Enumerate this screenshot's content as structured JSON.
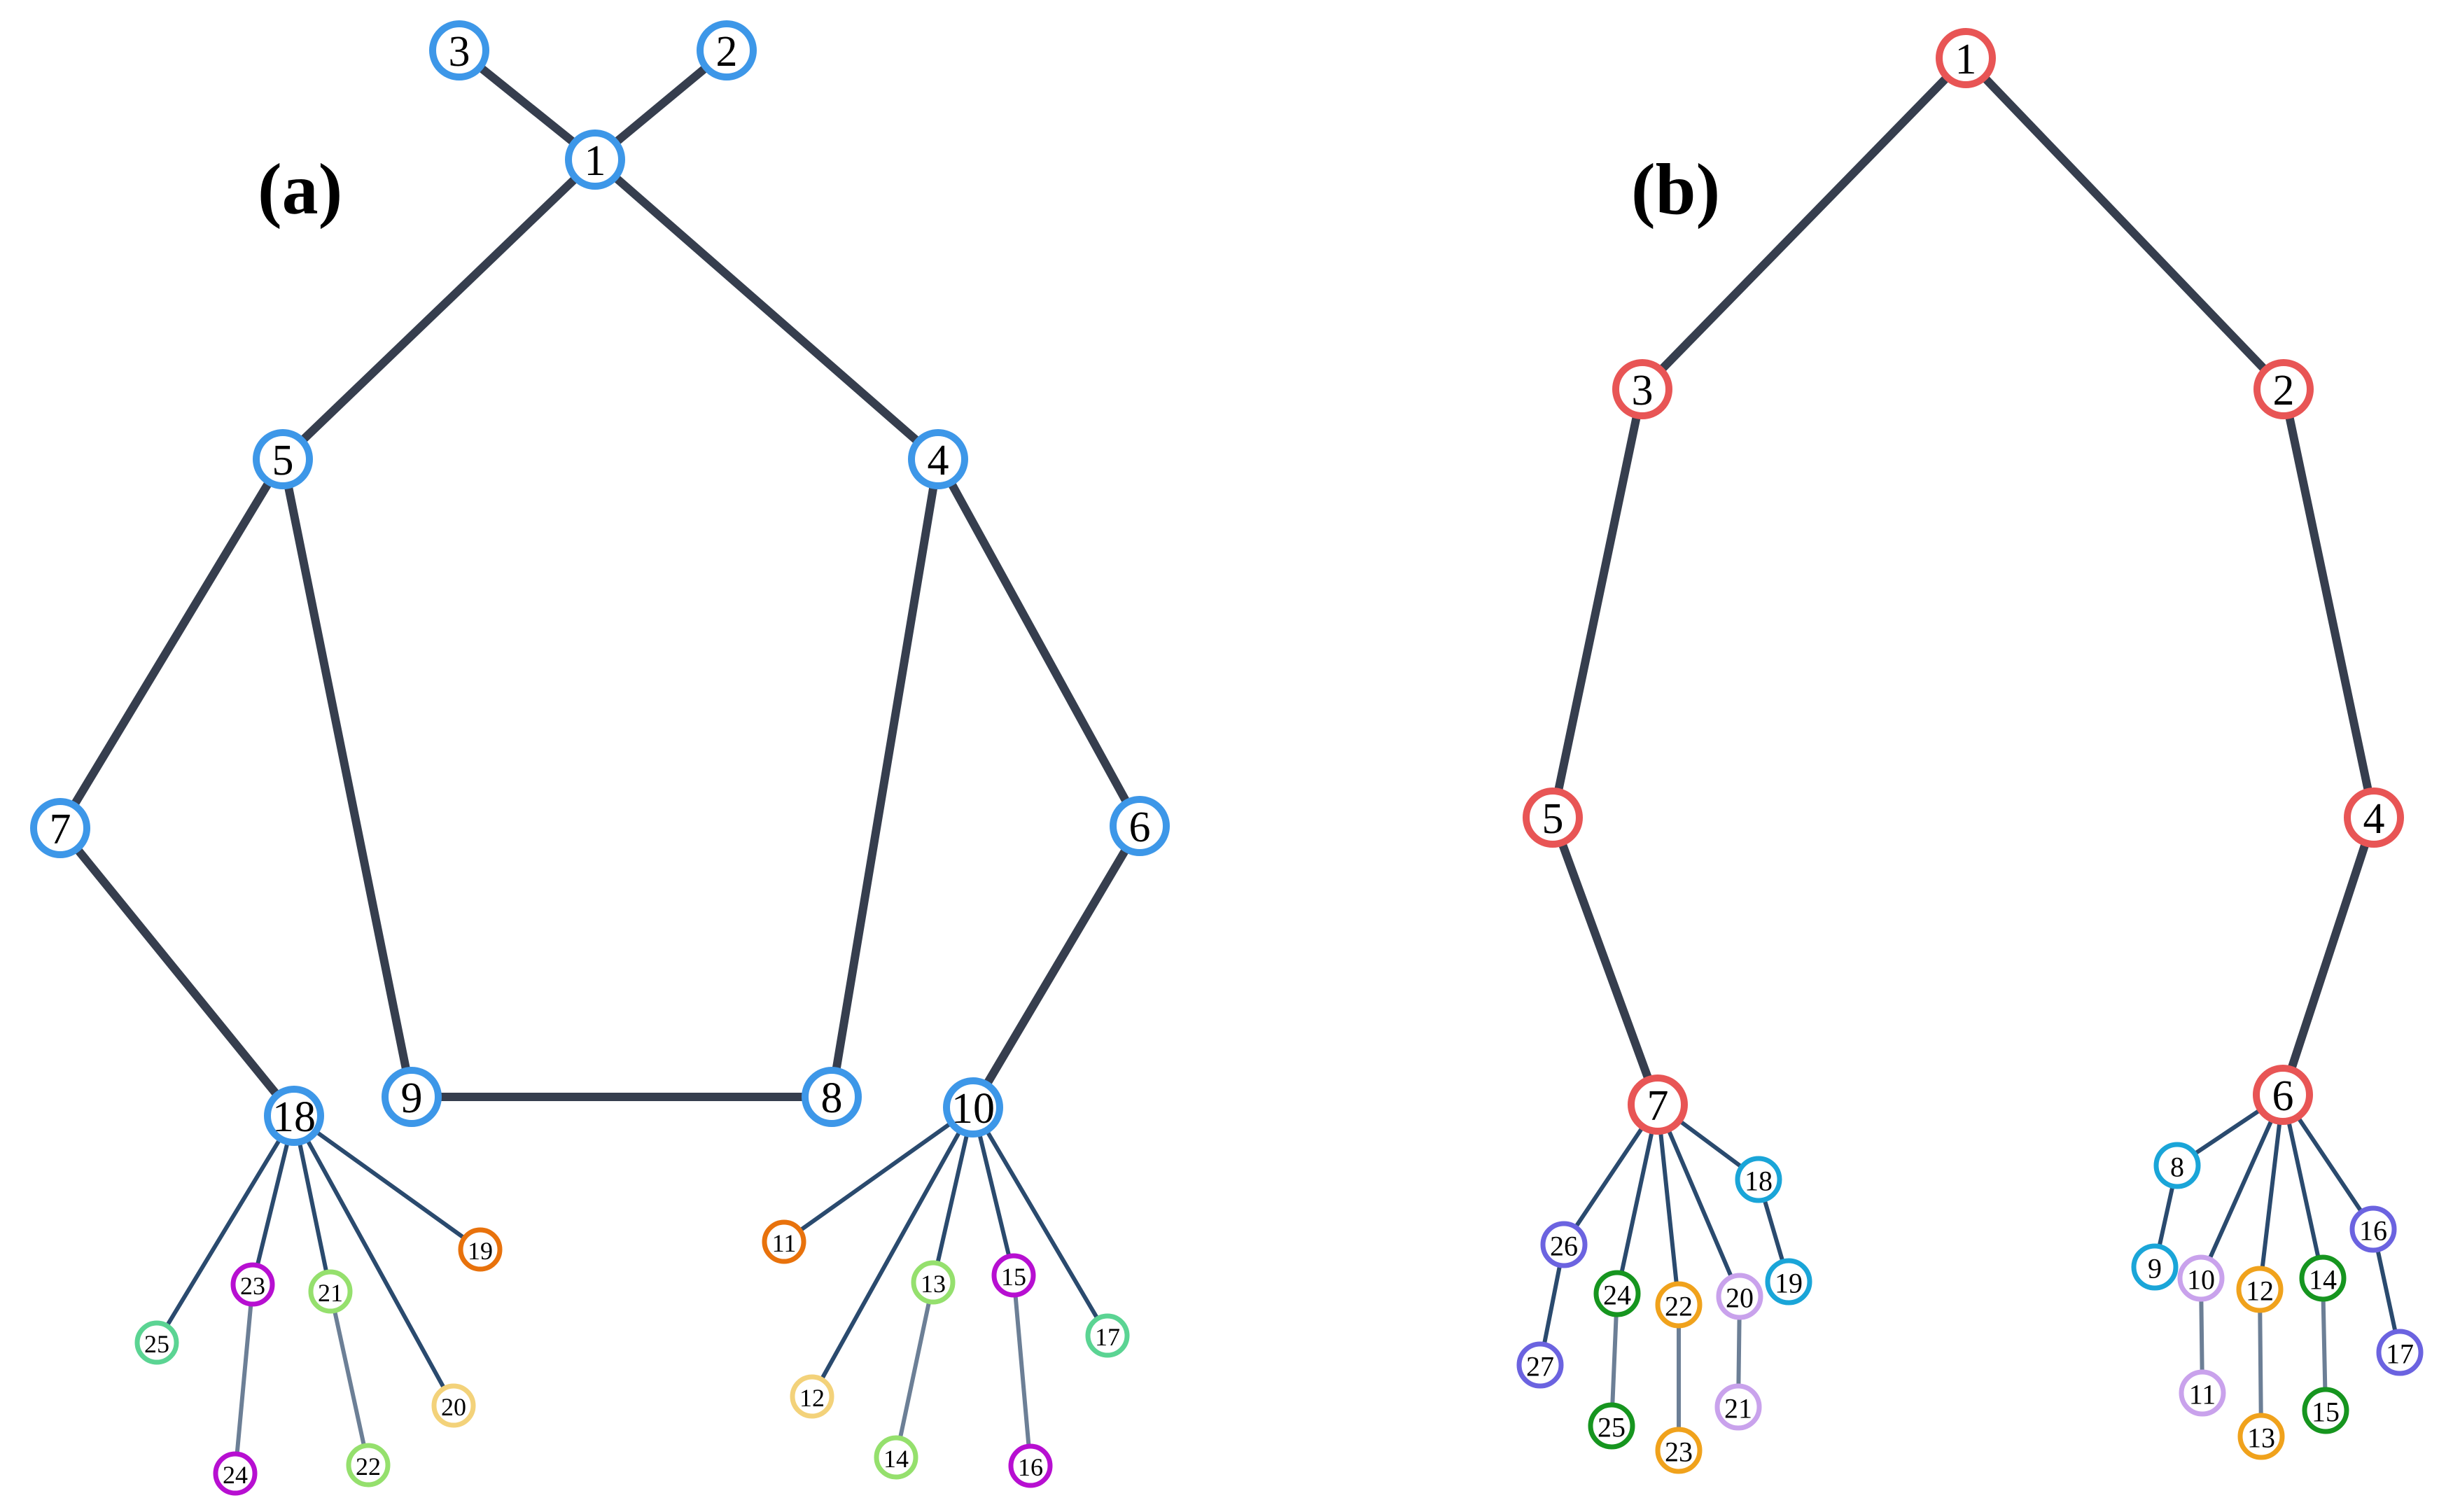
{
  "panels": {
    "a": {
      "label": "(a)",
      "edges": [
        [
          "1",
          "3"
        ],
        [
          "1",
          "2"
        ],
        [
          "1",
          "5"
        ],
        [
          "1",
          "4"
        ],
        [
          "5",
          "7"
        ],
        [
          "5",
          "9"
        ],
        [
          "4",
          "8"
        ],
        [
          "4",
          "6"
        ],
        [
          "7",
          "18"
        ],
        [
          "9",
          "8"
        ],
        [
          "6",
          "10"
        ],
        [
          "18",
          "19"
        ],
        [
          "18",
          "25"
        ],
        [
          "18",
          "23"
        ],
        [
          "18",
          "21"
        ],
        [
          "18",
          "20"
        ],
        [
          "23",
          "24"
        ],
        [
          "21",
          "22"
        ],
        [
          "10",
          "11"
        ],
        [
          "10",
          "12"
        ],
        [
          "10",
          "13"
        ],
        [
          "10",
          "15"
        ],
        [
          "10",
          "17"
        ],
        [
          "13",
          "14"
        ],
        [
          "15",
          "16"
        ]
      ],
      "nodes": [
        {
          "id": "1",
          "color": "#3d97e8"
        },
        {
          "id": "2",
          "color": "#3d97e8"
        },
        {
          "id": "3",
          "color": "#3d97e8"
        },
        {
          "id": "4",
          "color": "#3d97e8"
        },
        {
          "id": "5",
          "color": "#3d97e8"
        },
        {
          "id": "6",
          "color": "#3d97e8"
        },
        {
          "id": "7",
          "color": "#3d97e8"
        },
        {
          "id": "8",
          "color": "#3d97e8"
        },
        {
          "id": "9",
          "color": "#3d97e8"
        },
        {
          "id": "10",
          "color": "#3d97e8"
        },
        {
          "id": "18",
          "color": "#3d97e8"
        },
        {
          "id": "11",
          "color": "#e8720c"
        },
        {
          "id": "19",
          "color": "#e8720c"
        },
        {
          "id": "12",
          "color": "#f3d27a"
        },
        {
          "id": "20",
          "color": "#f3d27a"
        },
        {
          "id": "13",
          "color": "#95e06d"
        },
        {
          "id": "14",
          "color": "#95e06d"
        },
        {
          "id": "21",
          "color": "#95e06d"
        },
        {
          "id": "22",
          "color": "#95e06d"
        },
        {
          "id": "15",
          "color": "#b70fd1"
        },
        {
          "id": "16",
          "color": "#b70fd1"
        },
        {
          "id": "23",
          "color": "#b70fd1"
        },
        {
          "id": "24",
          "color": "#b70fd1"
        },
        {
          "id": "17",
          "color": "#5bd493"
        },
        {
          "id": "25",
          "color": "#5bd493"
        }
      ]
    },
    "b": {
      "label": "(b)",
      "edges": [
        [
          "1",
          "3"
        ],
        [
          "1",
          "2"
        ],
        [
          "3",
          "5"
        ],
        [
          "2",
          "4"
        ],
        [
          "5",
          "7"
        ],
        [
          "4",
          "6"
        ],
        [
          "7",
          "26"
        ],
        [
          "7",
          "24"
        ],
        [
          "7",
          "22"
        ],
        [
          "7",
          "20"
        ],
        [
          "7",
          "18"
        ],
        [
          "26",
          "27"
        ],
        [
          "24",
          "25"
        ],
        [
          "22",
          "23"
        ],
        [
          "20",
          "21"
        ],
        [
          "18",
          "19"
        ],
        [
          "6",
          "8"
        ],
        [
          "6",
          "10"
        ],
        [
          "6",
          "12"
        ],
        [
          "6",
          "14"
        ],
        [
          "6",
          "16"
        ],
        [
          "8",
          "9"
        ],
        [
          "10",
          "11"
        ],
        [
          "12",
          "13"
        ],
        [
          "14",
          "15"
        ],
        [
          "16",
          "17"
        ]
      ],
      "nodes": [
        {
          "id": "1",
          "color": "#e85555"
        },
        {
          "id": "2",
          "color": "#e85555"
        },
        {
          "id": "3",
          "color": "#e85555"
        },
        {
          "id": "4",
          "color": "#e85555"
        },
        {
          "id": "5",
          "color": "#e85555"
        },
        {
          "id": "6",
          "color": "#e85555"
        },
        {
          "id": "7",
          "color": "#e85555"
        },
        {
          "id": "18",
          "color": "#1aa5d8"
        },
        {
          "id": "19",
          "color": "#1aa5d8"
        },
        {
          "id": "8",
          "color": "#1aa5d8"
        },
        {
          "id": "9",
          "color": "#1aa5d8"
        },
        {
          "id": "26",
          "color": "#6b63e0"
        },
        {
          "id": "27",
          "color": "#6b63e0"
        },
        {
          "id": "16",
          "color": "#6b63e0"
        },
        {
          "id": "17",
          "color": "#6b63e0"
        },
        {
          "id": "24",
          "color": "#16951f"
        },
        {
          "id": "25",
          "color": "#16951f"
        },
        {
          "id": "14",
          "color": "#16951f"
        },
        {
          "id": "15",
          "color": "#16951f"
        },
        {
          "id": "22",
          "color": "#f0a21c"
        },
        {
          "id": "23",
          "color": "#f0a21c"
        },
        {
          "id": "12",
          "color": "#f0a21c"
        },
        {
          "id": "13",
          "color": "#f0a21c"
        },
        {
          "id": "20",
          "color": "#c9a2ec"
        },
        {
          "id": "21",
          "color": "#c9a2ec"
        },
        {
          "id": "10",
          "color": "#c9a2ec"
        },
        {
          "id": "11",
          "color": "#c9a2ec"
        }
      ]
    }
  },
  "colors": {
    "main_edge": "#363e4e",
    "leaf_edge_dark": "#2a4a6e",
    "leaf_edge_light": "#6c7f96"
  }
}
